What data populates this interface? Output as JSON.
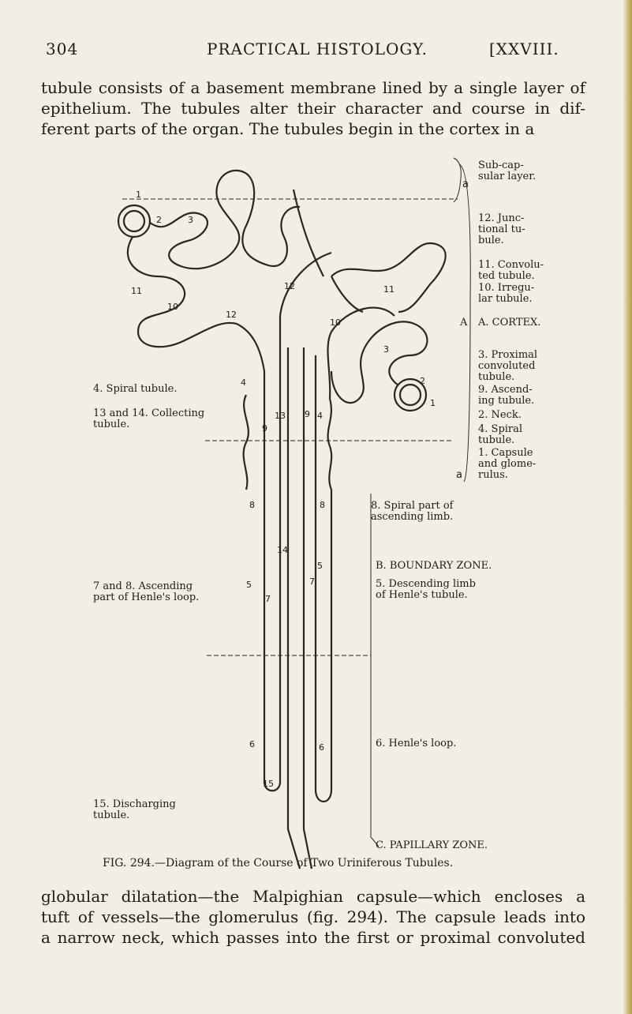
{
  "header": {
    "page_number": "304",
    "running_title": "PRACTICAL HISTOLOGY.",
    "chapter": "[XXVIII."
  },
  "text_top": [
    "tubule consists of a basement membrane lined by a single layer of",
    "epithelium. The tubules alter their character and course in dif-",
    "ferent parts of the organ. The tubules begin in the cortex in a"
  ],
  "figure": {
    "right_labels": {
      "subcap": "Sub-cap-\nsular layer.",
      "l12": "12. Junc-\ntional tu-\nbule.",
      "l11": "11. Convolu-\nted tubule.",
      "l10": "10. Irregu-\nlar tubule.",
      "cortex": "A. CORTEX.",
      "l3": "3. Proximal\nconvoluted\ntubule.",
      "l9": "9. Ascend-\ning tubule.",
      "l2": "2. Neck.",
      "l4": "4. Spiral\ntubule.",
      "l1": "1. Capsule\nand glome-\nrulus."
    },
    "left_labels": {
      "spiral": "4. Spiral tubule.",
      "collecting": "13 and 14. Collecting\ntubule.",
      "ascending": "7 and 8. Ascending\npart of Henle's loop.",
      "discharging": "15. Discharging\ntubule."
    },
    "center_labels": {
      "spiral_part": "8. Spiral part of\nascending limb.",
      "boundary": "B. BOUNDARY ZONE.",
      "descending": "5. Descending limb\nof Henle's tubule.",
      "henle_loop": "6. Henle's loop.",
      "papillary": "C. PAPILLARY ZONE."
    },
    "letter_A": "A",
    "letter_a_top": "a",
    "letter_a_bottom": "a",
    "numbers": [
      "1",
      "2",
      "3",
      "11",
      "10",
      "12",
      "12",
      "11",
      "10",
      "3",
      "2",
      "1",
      "4",
      "9",
      "13",
      "9",
      "8",
      "8",
      "14",
      "7",
      "7",
      "5",
      "5",
      "6",
      "6",
      "15",
      "4"
    ]
  },
  "caption": "FIG. 294.—Diagram of the Course of Two Uriniferous Tubules.",
  "text_bottom": [
    "globular dilatation—the Malpighian capsule—which encloses a",
    "tuft of vessels—the glomerulus (fig. 294). The capsule leads into",
    "a narrow neck, which passes into the first or proximal convoluted"
  ]
}
